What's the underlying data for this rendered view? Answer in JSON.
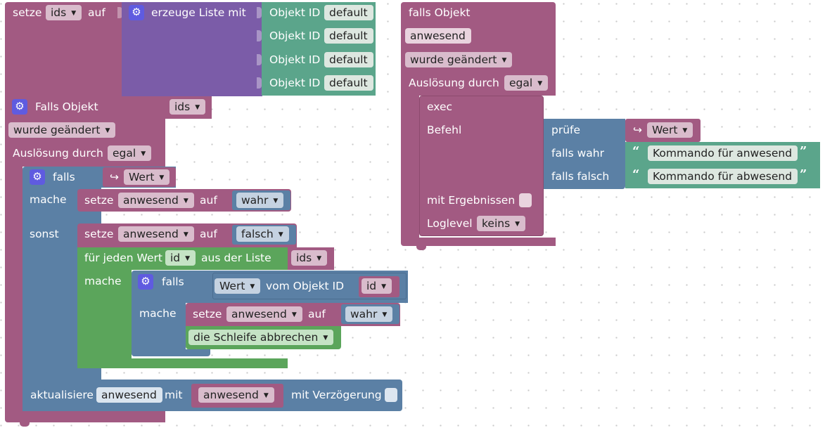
{
  "left": {
    "set_ids": {
      "setze": "setze",
      "var": "ids",
      "auf": "auf"
    },
    "create_list": {
      "label": "erzeuge Liste mit",
      "items": [
        {
          "label": "Objekt ID",
          "value": "default"
        },
        {
          "label": "Objekt ID",
          "value": "default"
        },
        {
          "label": "Objekt ID",
          "value": "default"
        },
        {
          "label": "Objekt ID",
          "value": "default"
        }
      ]
    },
    "trigger": {
      "title": "Falls Objekt",
      "var": "ids",
      "mode": "wurde geändert",
      "trigger_label": "Auslösung durch",
      "trigger_value": "egal"
    },
    "if_block": {
      "falls": "falls",
      "cond_glyph": "↪",
      "cond_value": "Wert",
      "mache": "mache",
      "sonst": "sonst",
      "set_true": {
        "setze": "setze",
        "var": "anwesend",
        "auf": "auf",
        "value": "wahr"
      },
      "set_false": {
        "setze": "setze",
        "var": "anwesend",
        "auf": "auf",
        "value": "falsch"
      }
    },
    "for_each": {
      "prefix": "für jeden Wert",
      "var": "id",
      "middle": "aus der Liste",
      "list": "ids",
      "mache": "mache"
    },
    "inner_if": {
      "falls": "falls",
      "value": "Wert",
      "of_object": "vom Objekt ID",
      "id": "id",
      "mache": "mache",
      "set": {
        "setze": "setze",
        "var": "anwesend",
        "auf": "auf",
        "value": "wahr"
      },
      "break": "die Schleife abbrechen"
    },
    "update": {
      "label": "aktualisiere",
      "target": "anwesend",
      "mit": "mit",
      "value": "anwesend",
      "delay": "mit Verzögerung"
    }
  },
  "right": {
    "title": "falls Objekt",
    "object": "anwesend",
    "mode": "wurde geändert",
    "trigger_label": "Auslösung durch",
    "trigger_value": "egal",
    "exec": {
      "label": "exec",
      "befehl": "Befehl",
      "results": "mit Ergebnissen",
      "loglevel_label": "Loglevel",
      "loglevel": "keins"
    },
    "ternary": {
      "pruefe": "prüfe",
      "glyph": "↪",
      "value": "Wert",
      "true_label": "falls wahr",
      "true_text": "Kommando für anwesend",
      "false_label": "falls falsch",
      "false_text": "Kommando für abwesend",
      "open_quote": "“",
      "close_quote": "”"
    }
  },
  "icons": {
    "gear": "⚙",
    "caret": "▼"
  },
  "colors": {
    "procedure": "#a25a82",
    "list": "#7b5ca8",
    "text": "#5ba58b",
    "logic": "#5b80a5",
    "loop": "#5ba55b",
    "gear": "#5f5be0"
  }
}
